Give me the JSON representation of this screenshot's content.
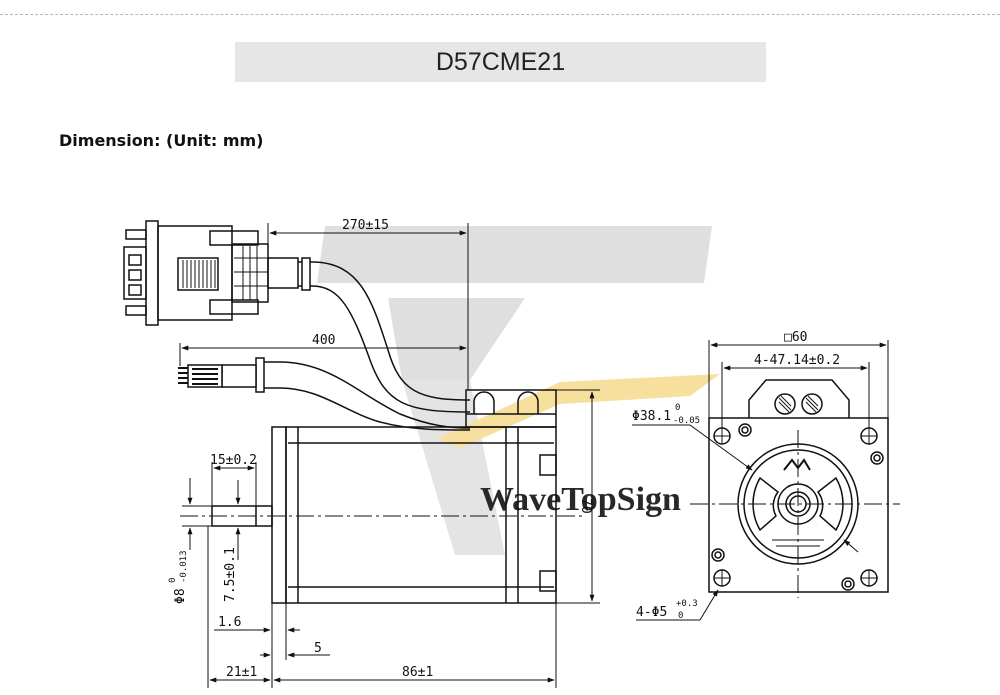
{
  "header": {
    "model": "D57CME21",
    "section": "Dimension: (Unit: mm)"
  },
  "watermark": {
    "text": "WaveTopSign",
    "colors": {
      "grey": "#d9d9d9",
      "gold": "#f5d27a"
    }
  },
  "dimensions": {
    "cable_encoder": "270±15",
    "cable_power": "400",
    "motor_height": "70",
    "shaft_length": "15±0.2",
    "shaft_diameter": "Φ8",
    "shaft_diameter_tol_upper": "0",
    "shaft_diameter_tol_lower": "-0.013",
    "shaft_flat": "7.5±0.1",
    "pilot_depth": "1.6",
    "flange_thickness": "5",
    "shaft_extension": "21±1",
    "body_length": "86±1",
    "flange_square": "□60",
    "hole_spacing": "4-47.14±0.2",
    "pilot_diameter": "Φ38.1",
    "pilot_tol_upper": "0",
    "pilot_tol_lower": "-0.05",
    "hole_spec": "4-Φ5",
    "hole_tol_upper": "+0.3",
    "hole_tol_lower": "0"
  }
}
